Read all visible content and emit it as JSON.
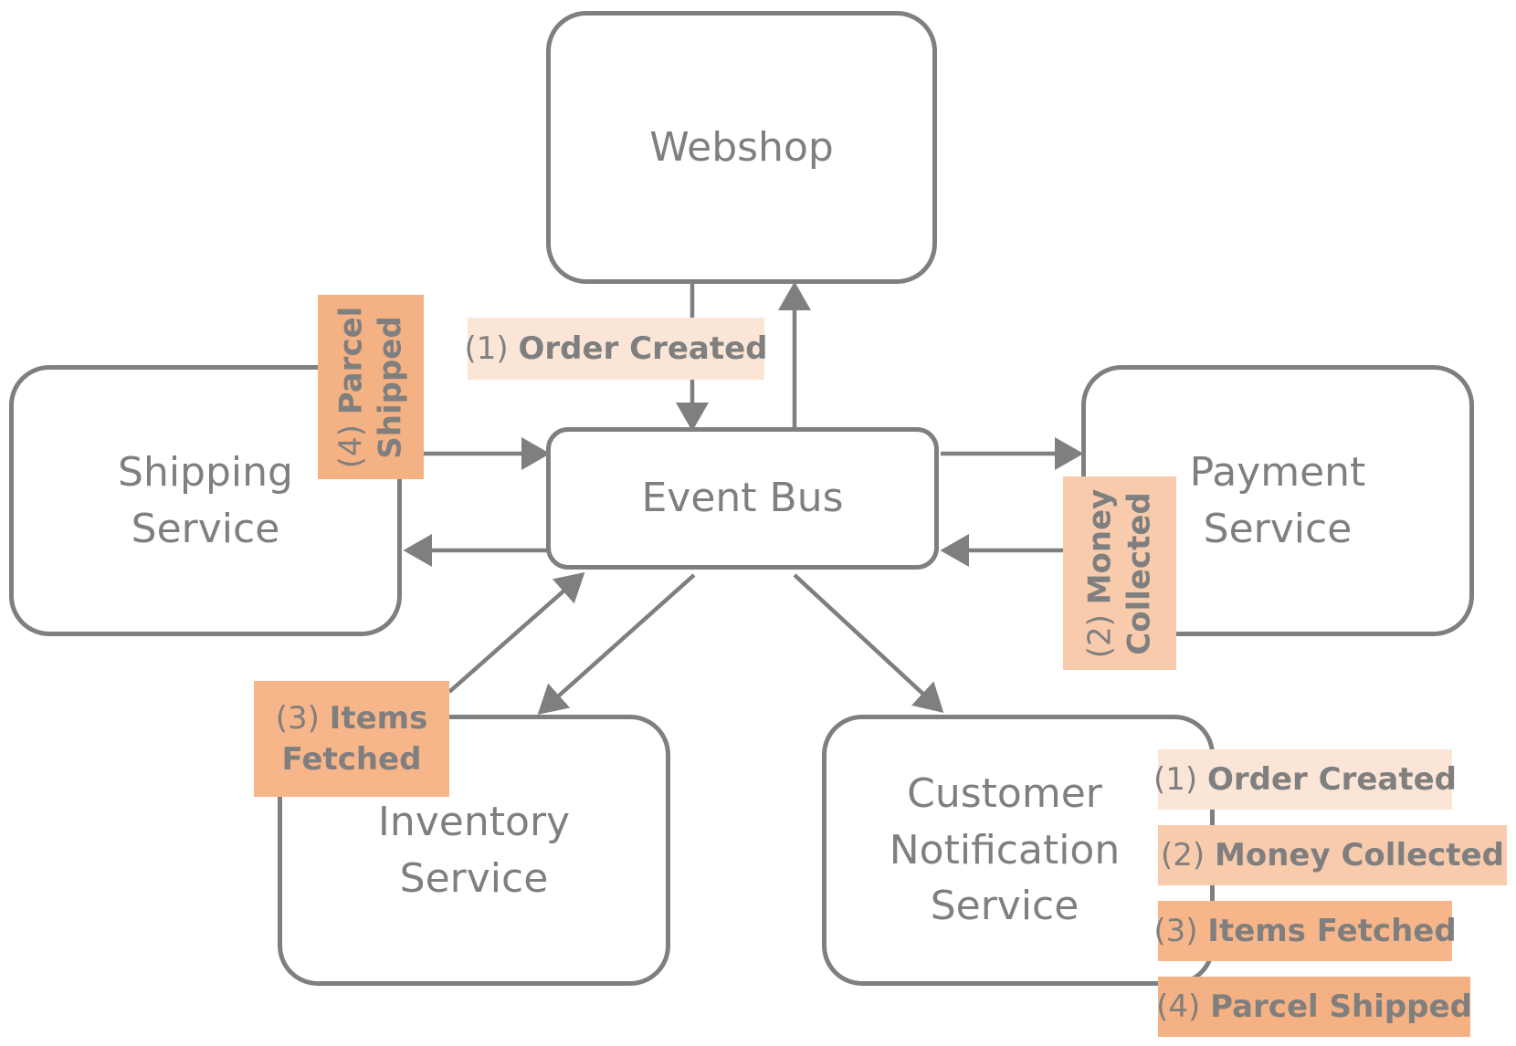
{
  "nodes": {
    "webshop": "Webshop",
    "event_bus": "Event Bus",
    "shipping": "Shipping\nService",
    "payment": "Payment\nService",
    "inventory": "Inventory\nService",
    "customer": "Customer\nNotification\nService"
  },
  "events": {
    "order_created": {
      "num": "(1)",
      "name": "Order Created"
    },
    "money_collected": {
      "num": "(2)",
      "name": "Money Collected",
      "name_wrapped": "Money\nCollected"
    },
    "items_fetched": {
      "num": "(3)",
      "name": "Items Fetched",
      "name_wrapped": "Items\nFetched"
    },
    "parcel_shipped": {
      "num": "(4)",
      "name": "Parcel Shipped",
      "name_wrapped": "Parcel\nShipped"
    }
  },
  "colors": {
    "stroke": "#7f7f7f",
    "event1": "#fbe5d6",
    "event2": "#f8cbad",
    "event3": "#f7b58a",
    "event4": "#f4b183"
  }
}
